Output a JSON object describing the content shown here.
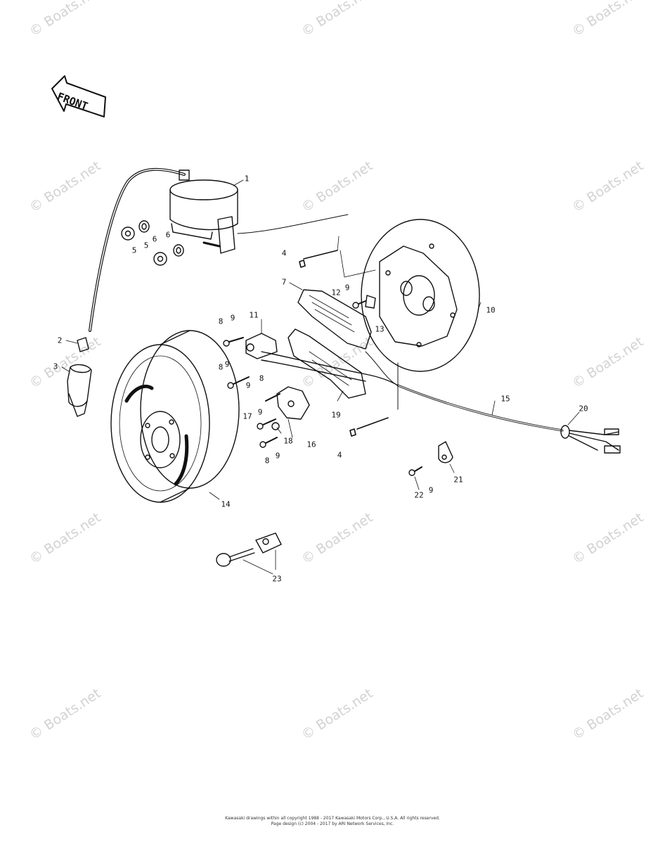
{
  "watermark_text": "© Boats.net",
  "front_label": "FRONT",
  "callouts": {
    "c1": "1",
    "c2": "2",
    "c3": "3",
    "c4a": "4",
    "c4b": "4",
    "c5a": "5",
    "c5b": "5",
    "c6a": "6",
    "c6b": "6",
    "c7": "7",
    "c8a": "8",
    "c8b": "8",
    "c8c": "8",
    "c8d": "8",
    "c9a": "9",
    "c9b": "9",
    "c9c": "9",
    "c9d": "9",
    "c9e": "9",
    "c9f": "9",
    "c9g": "9",
    "c10": "10",
    "c11": "11",
    "c12": "12",
    "c13": "13",
    "c14": "14",
    "c15": "15",
    "c16": "16",
    "c17": "17",
    "c18": "18",
    "c19": "19",
    "c20": "20",
    "c21": "21",
    "c22": "22",
    "c23": "23"
  },
  "footer": {
    "line1": "Kawasaki drawings within all copyright 1988 - 2017 Kawasaki Motors Corp., U.S.A.  All rights reserved.",
    "line2": "Page design (c) 2004 - 2017 by ARI Network Services, Inc."
  }
}
